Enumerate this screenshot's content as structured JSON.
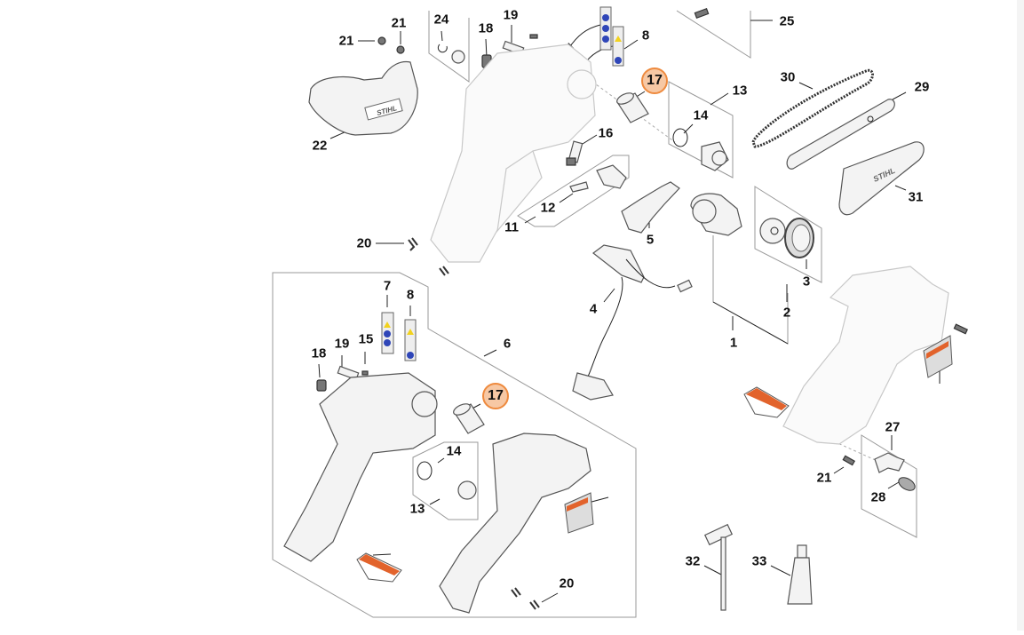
{
  "diagram": {
    "title": "Exploded parts diagram – cordless chainsaw",
    "highlight_color": "#ee8a3e",
    "highlight_fill": "#f7c8a4",
    "brand_text": "STIHL",
    "highlighted_part": "17",
    "callouts": [
      {
        "id": "c21a",
        "label": "21"
      },
      {
        "id": "c21b",
        "label": "21"
      },
      {
        "id": "c24",
        "label": "24"
      },
      {
        "id": "c19a",
        "label": "19"
      },
      {
        "id": "c18a",
        "label": "18"
      },
      {
        "id": "c8a",
        "label": "8"
      },
      {
        "id": "c25",
        "label": "25"
      },
      {
        "id": "c17a",
        "label": "17",
        "highlighted": true
      },
      {
        "id": "c13a",
        "label": "13"
      },
      {
        "id": "c14a",
        "label": "14"
      },
      {
        "id": "c22",
        "label": "22"
      },
      {
        "id": "c30",
        "label": "30"
      },
      {
        "id": "c29",
        "label": "29"
      },
      {
        "id": "c16",
        "label": "16"
      },
      {
        "id": "c31",
        "label": "31"
      },
      {
        "id": "c12",
        "label": "12"
      },
      {
        "id": "c11",
        "label": "11"
      },
      {
        "id": "c20a",
        "label": "20"
      },
      {
        "id": "c5",
        "label": "5"
      },
      {
        "id": "c3",
        "label": "3"
      },
      {
        "id": "c7",
        "label": "7"
      },
      {
        "id": "c8b",
        "label": "8"
      },
      {
        "id": "c4",
        "label": "4"
      },
      {
        "id": "c2",
        "label": "2"
      },
      {
        "id": "c15",
        "label": "15"
      },
      {
        "id": "c6",
        "label": "6"
      },
      {
        "id": "c19b",
        "label": "19"
      },
      {
        "id": "c18b",
        "label": "18"
      },
      {
        "id": "c1",
        "label": "1"
      },
      {
        "id": "c17b",
        "label": "17",
        "highlighted": true
      },
      {
        "id": "c27",
        "label": "27"
      },
      {
        "id": "c14b",
        "label": "14"
      },
      {
        "id": "c21c",
        "label": "21"
      },
      {
        "id": "c28",
        "label": "28"
      },
      {
        "id": "c13b",
        "label": "13"
      },
      {
        "id": "c20b",
        "label": "20"
      },
      {
        "id": "c32",
        "label": "32"
      },
      {
        "id": "c33",
        "label": "33"
      }
    ]
  }
}
